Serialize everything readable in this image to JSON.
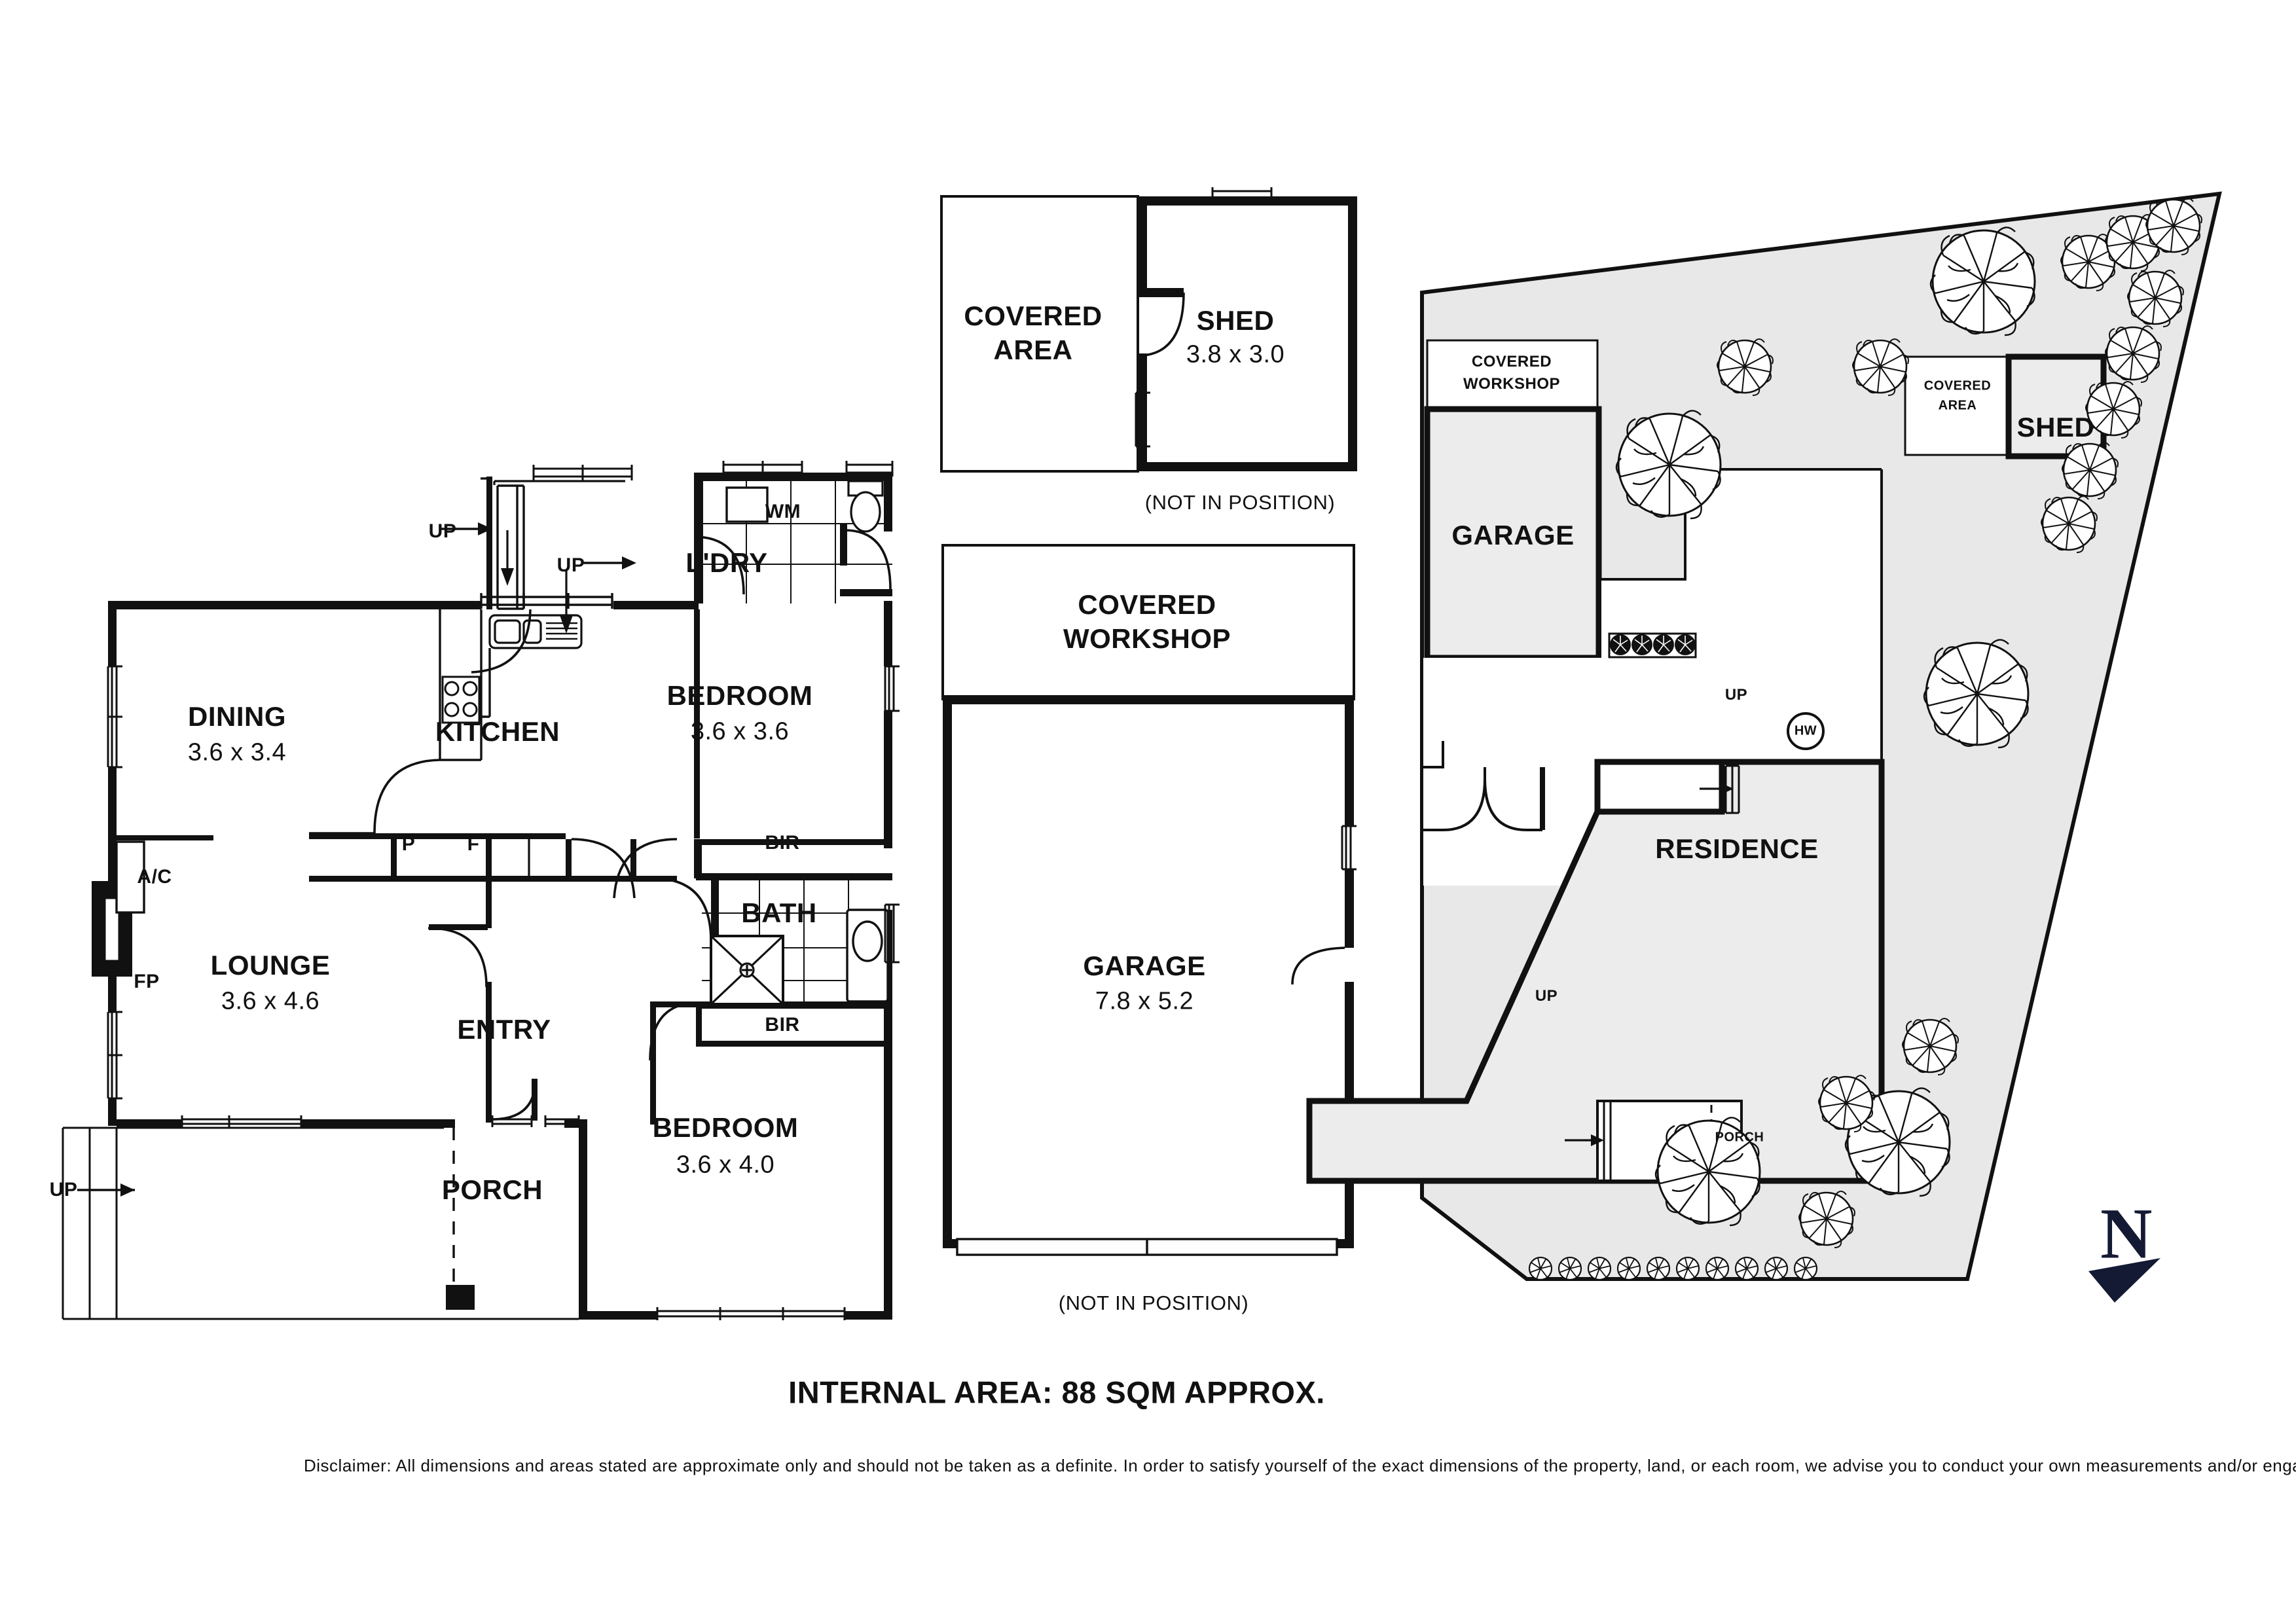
{
  "document": {
    "type": "real-estate-floor-plan",
    "internal_area_text": "INTERNAL AREA: 88 SQM APPROX.",
    "disclaimer": "Disclaimer: All dimensions and areas stated are approximate only and should not be taken as a definite. In order to satisfy yourself of the exact dimensions of the property, land, or each room, we advise you to conduct your own measurements and/or engage the services of a licensed surveyor. Responsibility for any omissions or errors contained herein is expressly denied.",
    "north_label": "N"
  },
  "main_plan": {
    "rooms": [
      {
        "name": "DINING",
        "dim": "3.6 x 3.4"
      },
      {
        "name": "KITCHEN",
        "dim": ""
      },
      {
        "name": "BEDROOM",
        "dim": "3.6 x 3.6"
      },
      {
        "name": "LOUNGE",
        "dim": "3.6 x 4.6"
      },
      {
        "name": "ENTRY",
        "dim": ""
      },
      {
        "name": "BEDROOM",
        "dim": "3.6 x 4.0"
      },
      {
        "name": "PORCH",
        "dim": ""
      },
      {
        "name": "BATH",
        "dim": ""
      },
      {
        "name": "L'DRY",
        "dim": ""
      }
    ],
    "annotations": [
      {
        "label": "UP"
      },
      {
        "label": "UP"
      },
      {
        "label": "UP"
      },
      {
        "label": "WM"
      },
      {
        "label": "A/C"
      },
      {
        "label": "FP"
      },
      {
        "label": "P"
      },
      {
        "label": "F"
      },
      {
        "label": "BIR"
      },
      {
        "label": "BIR"
      }
    ]
  },
  "shed_plan": {
    "covered_area": "COVERED\nAREA",
    "covered_area_line1": "COVERED",
    "covered_area_line2": "AREA",
    "shed_name": "SHED",
    "shed_dim": "3.8 x 3.0",
    "note": "(NOT IN POSITION)"
  },
  "garage_plan": {
    "workshop_line1": "COVERED",
    "workshop_line2": "WORKSHOP",
    "garage_name": "GARAGE",
    "garage_dim": "7.8 x 5.2",
    "note": "(NOT IN POSITION)"
  },
  "site_plan": {
    "labels": {
      "covered_workshop_line1": "COVERED",
      "covered_workshop_line2": "WORKSHOP",
      "garage": "GARAGE",
      "covered_area_line1": "COVERED",
      "covered_area_line2": "AREA",
      "shed": "SHED",
      "residence": "RESIDENCE",
      "porch": "PORCH",
      "hot_water": "HW",
      "up_1": "UP",
      "up_2": "UP"
    }
  },
  "colors": {
    "line": "#111111",
    "fill_site": "#e8e8e8",
    "fill_building": "#ececec",
    "north": "#141a33",
    "background": "#ffffff"
  }
}
